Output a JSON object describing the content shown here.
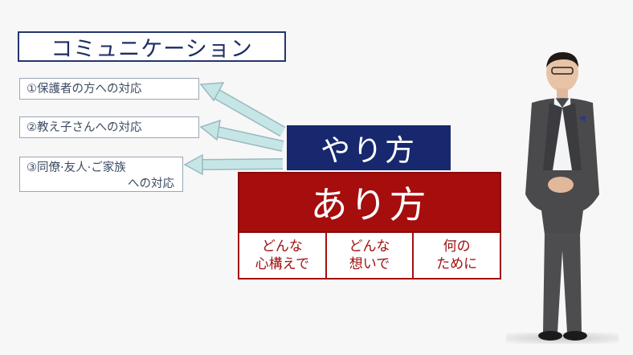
{
  "title": "コミュニケーション",
  "notes": [
    {
      "label": "①保護者の方への対応"
    },
    {
      "label": "②教え子さんへの対応"
    },
    {
      "label_line1": "③同僚·友人·ご家族",
      "label_line2": "への対応"
    }
  ],
  "yarikata": "やり方",
  "arikata": "あり方",
  "cells": [
    {
      "line1": "どんな",
      "line2": "心構えで"
    },
    {
      "line1": "どんな",
      "line2": "想いで"
    },
    {
      "line1": "何の",
      "line2": "ために"
    }
  ],
  "colors": {
    "navy": "#17286f",
    "crimson": "#a60d0d",
    "arrow": "#bfe3e3"
  },
  "icons": [
    "arrow-left-icon"
  ]
}
